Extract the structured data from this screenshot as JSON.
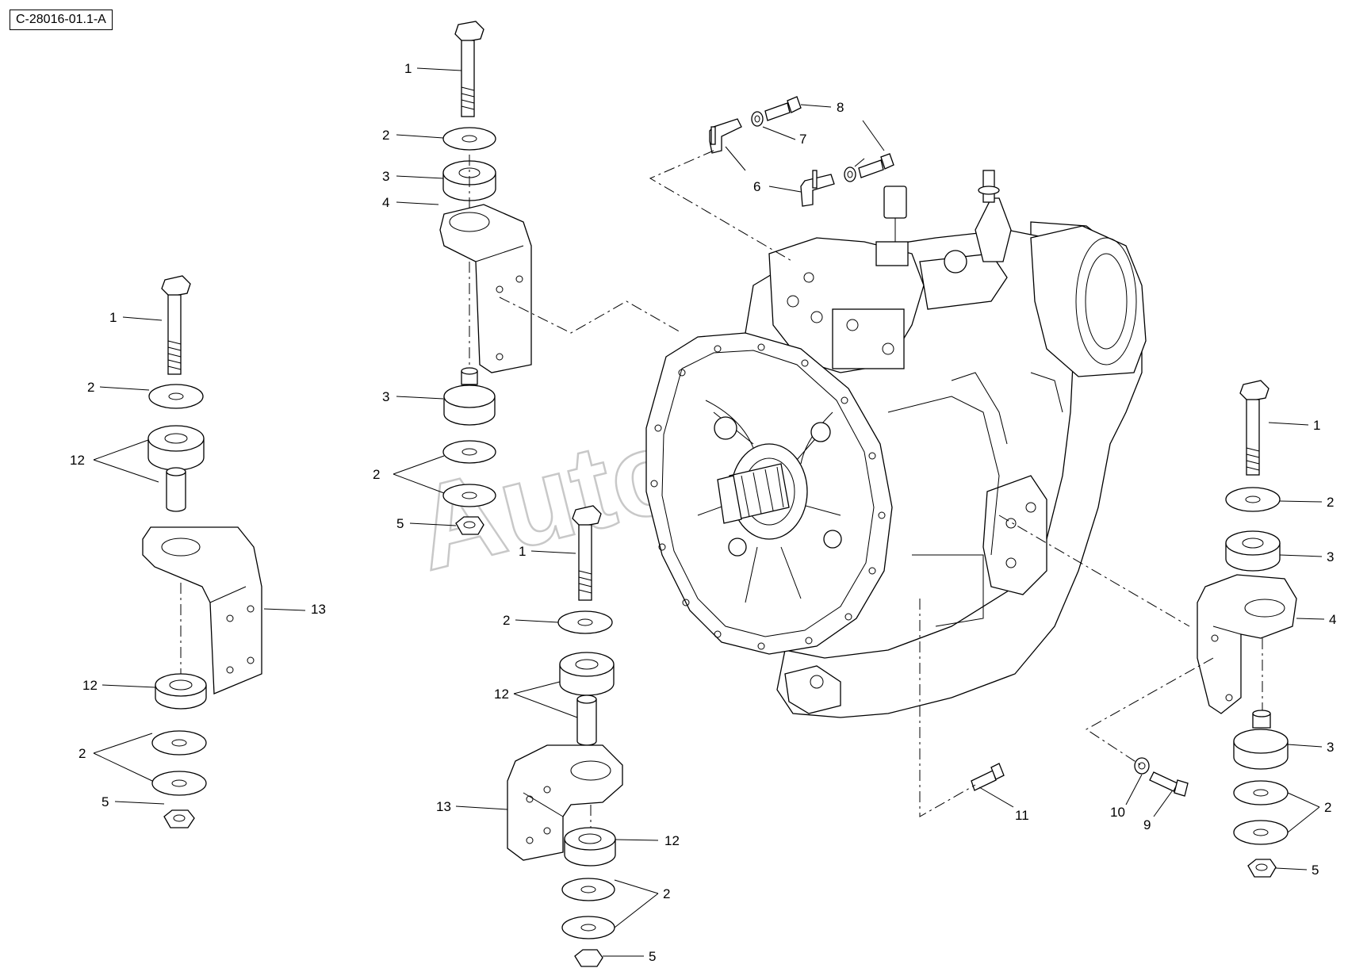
{
  "diagram": {
    "reference_code": "C-28016-01.1-A",
    "watermark": "AutoSoft",
    "callouts": [
      {
        "id": "c1a",
        "label": "1"
      },
      {
        "id": "c2a",
        "label": "2"
      },
      {
        "id": "c3a",
        "label": "3"
      },
      {
        "id": "c4a",
        "label": "4"
      },
      {
        "id": "c3b",
        "label": "3"
      },
      {
        "id": "c2b",
        "label": "2"
      },
      {
        "id": "c5a",
        "label": "5"
      },
      {
        "id": "c1b",
        "label": "1"
      },
      {
        "id": "c2c",
        "label": "2"
      },
      {
        "id": "c12a",
        "label": "12"
      },
      {
        "id": "c13a",
        "label": "13"
      },
      {
        "id": "c12b",
        "label": "12"
      },
      {
        "id": "c2d",
        "label": "2"
      },
      {
        "id": "c5b",
        "label": "5"
      },
      {
        "id": "c1c",
        "label": "1"
      },
      {
        "id": "c2e",
        "label": "2"
      },
      {
        "id": "c12c",
        "label": "12"
      },
      {
        "id": "c13b",
        "label": "13"
      },
      {
        "id": "c12d",
        "label": "12"
      },
      {
        "id": "c2f",
        "label": "2"
      },
      {
        "id": "c5c",
        "label": "5"
      },
      {
        "id": "c8",
        "label": "8"
      },
      {
        "id": "c7",
        "label": "7"
      },
      {
        "id": "c6",
        "label": "6"
      },
      {
        "id": "c1d",
        "label": "1"
      },
      {
        "id": "c2g",
        "label": "2"
      },
      {
        "id": "c3c",
        "label": "3"
      },
      {
        "id": "c4b",
        "label": "4"
      },
      {
        "id": "c3d",
        "label": "3"
      },
      {
        "id": "c2h",
        "label": "2"
      },
      {
        "id": "c5d",
        "label": "5"
      },
      {
        "id": "c11",
        "label": "11"
      },
      {
        "id": "c10",
        "label": "10"
      },
      {
        "id": "c9",
        "label": "9"
      }
    ]
  }
}
